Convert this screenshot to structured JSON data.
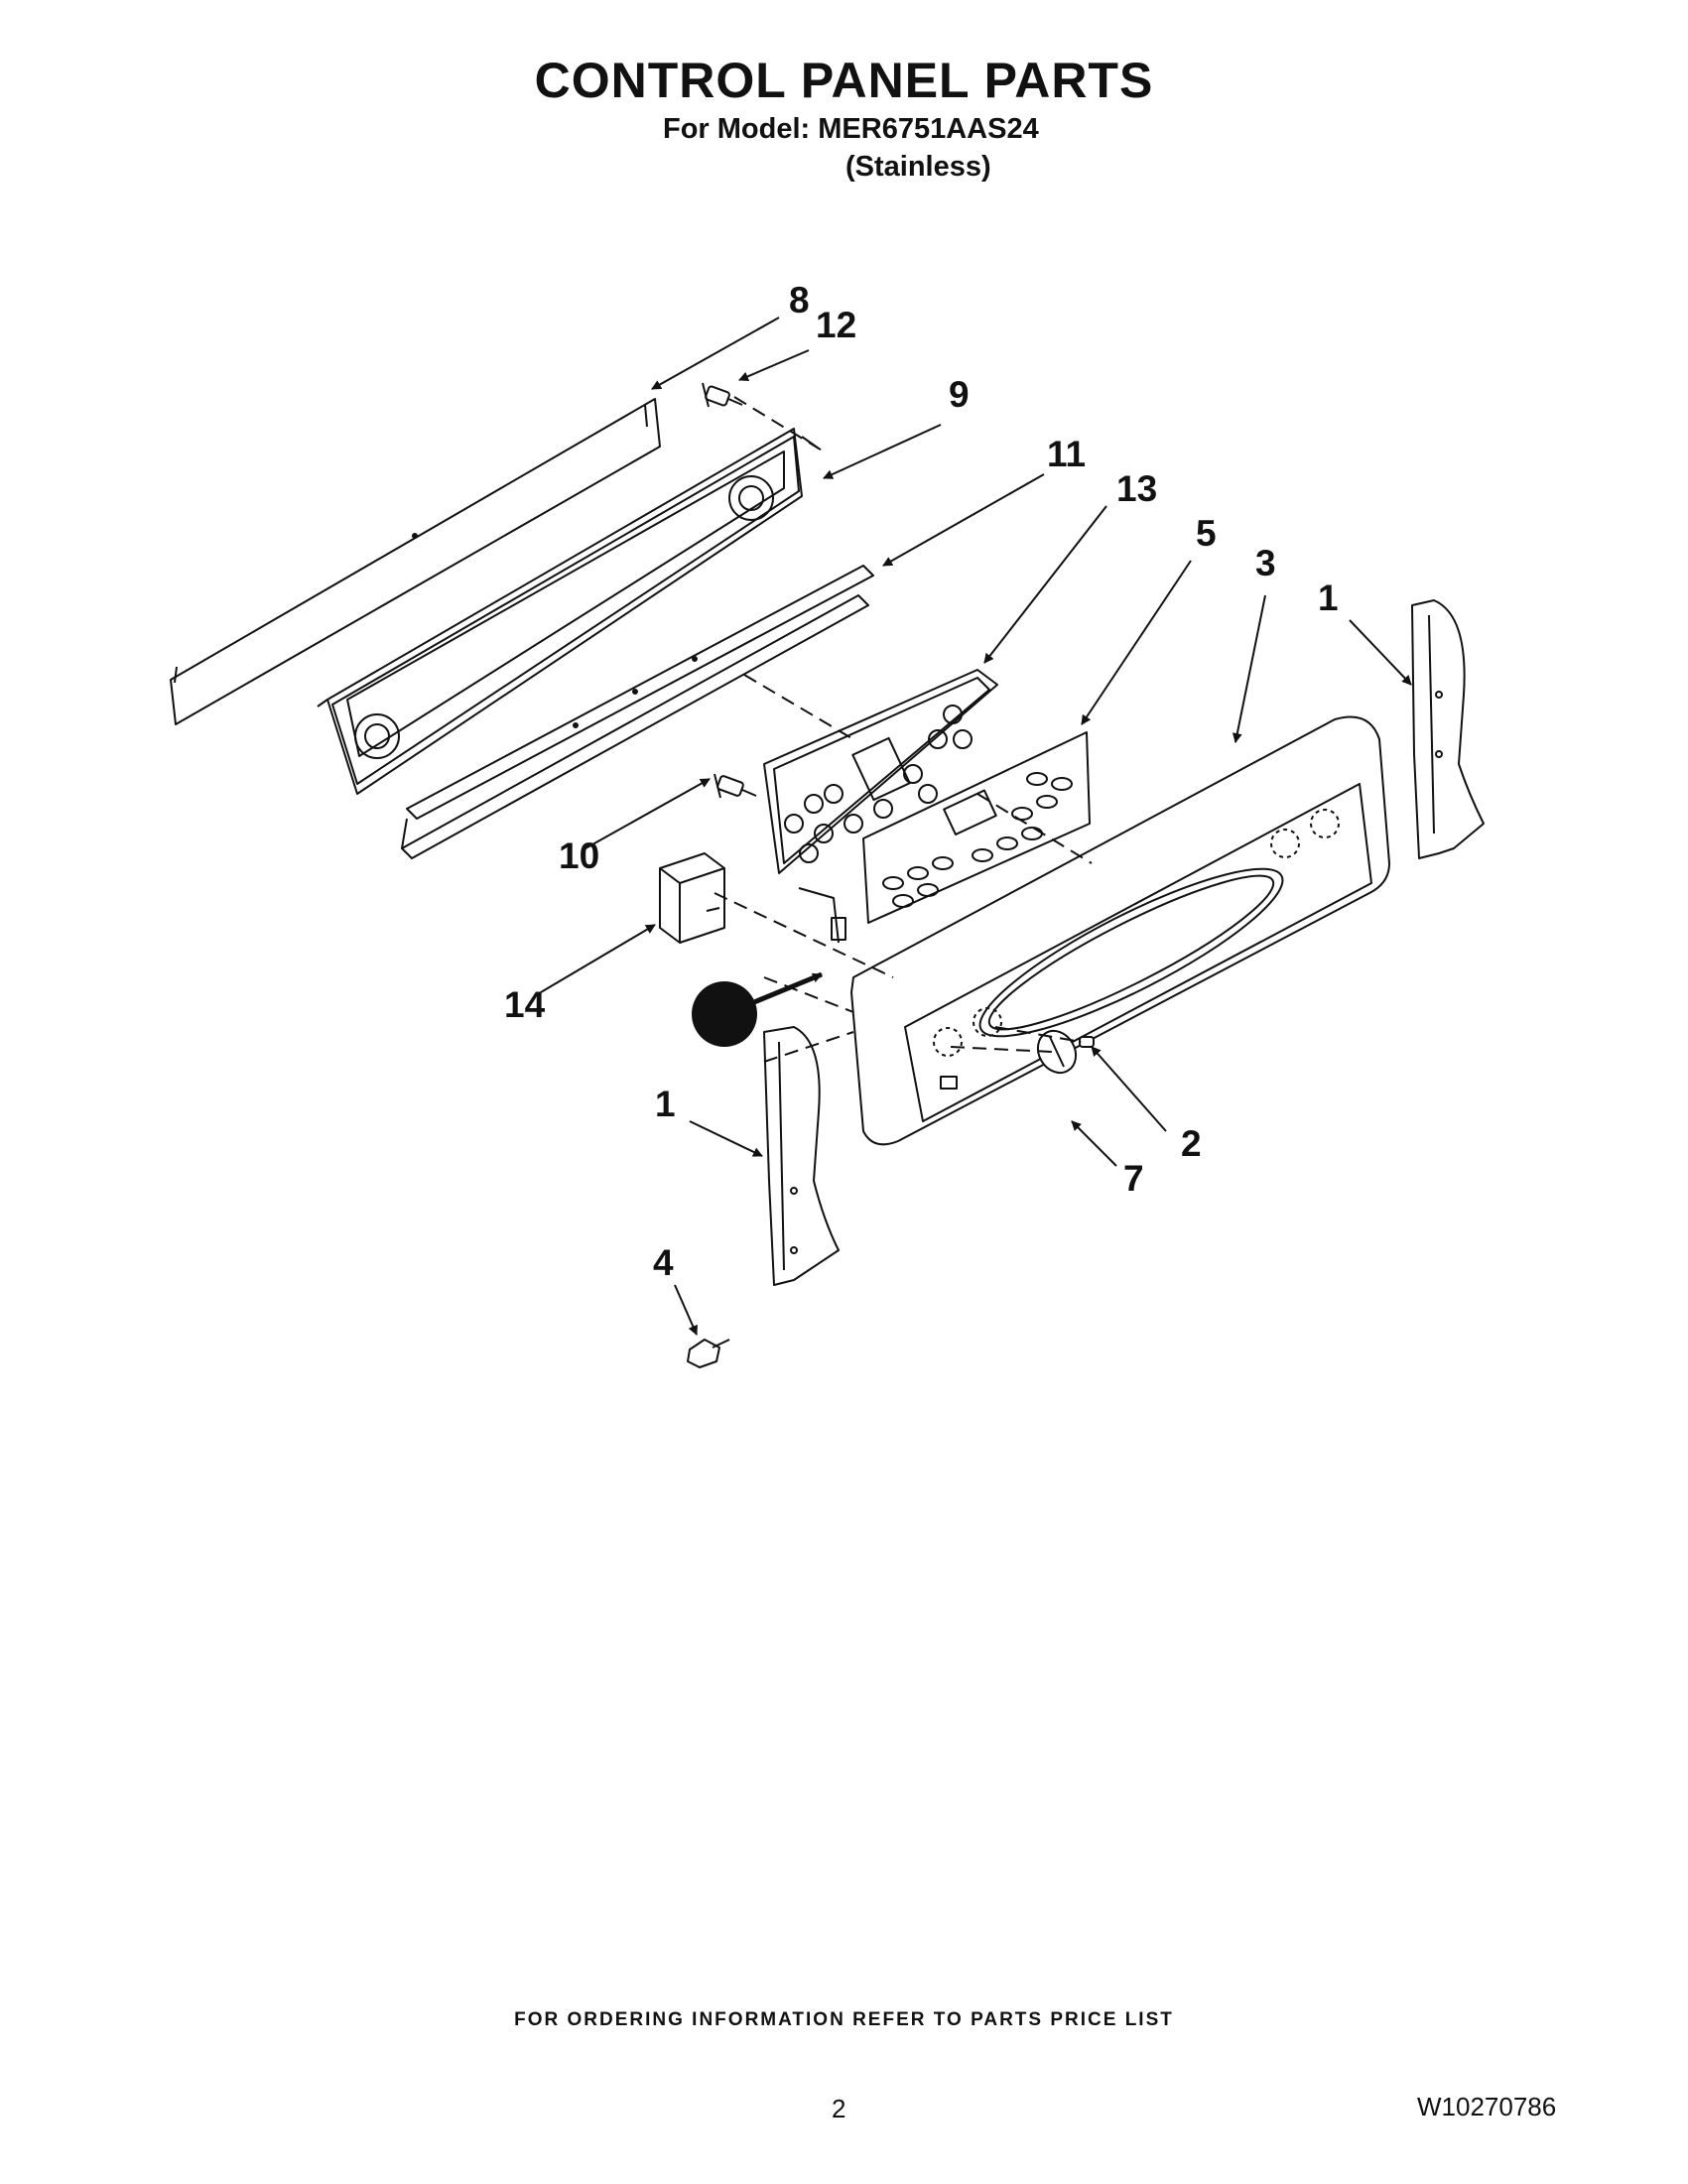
{
  "header": {
    "title": "CONTROL PANEL PARTS",
    "model_line": "For Model: MER6751AAS24",
    "variant": "(Stainless)"
  },
  "callouts": [
    "1",
    "1",
    "2",
    "3",
    "4",
    "5",
    "7",
    "8",
    "9",
    "10",
    "11",
    "12",
    "13",
    "14"
  ],
  "footer": {
    "ordering_note": "FOR ORDERING INFORMATION REFER TO PARTS PRICE LIST",
    "page_number": "2",
    "document_number": "W10270786"
  }
}
